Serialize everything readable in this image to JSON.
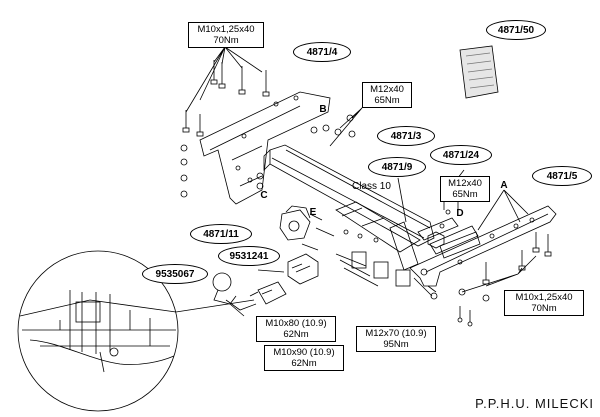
{
  "parts": {
    "p4871_50": "4871/50",
    "p4871_4": "4871/4",
    "p4871_3": "4871/3",
    "p4871_9": "4871/9",
    "p4871_24": "4871/24",
    "p4871_5": "4871/5",
    "p4871_11": "4871/11",
    "p9531241": "9531241",
    "p9535067": "9535067"
  },
  "specs": {
    "top_left": {
      "bolt": "M10x1,25x40",
      "torque": "70Nm"
    },
    "top_mid": {
      "bolt": "M12x40",
      "torque": "65Nm"
    },
    "right_mid": {
      "bolt": "M12x40",
      "torque": "65Nm"
    },
    "right_bottom": {
      "bolt": "M10x1,25x40",
      "torque": "70Nm"
    },
    "m10x80": {
      "bolt": "M10x80 (10.9)",
      "torque": "62Nm"
    },
    "m10x90": {
      "bolt": "M10x90 (10.9)",
      "torque": "62Nm"
    },
    "m12x70": {
      "bolt": "M12x70 (10.9)",
      "torque": "95Nm"
    }
  },
  "letters": {
    "a": "A",
    "b": "B",
    "c": "C",
    "d": "D",
    "e": "E"
  },
  "class_label": "Class 10",
  "footer": "P.P.H.U. MILECKI"
}
